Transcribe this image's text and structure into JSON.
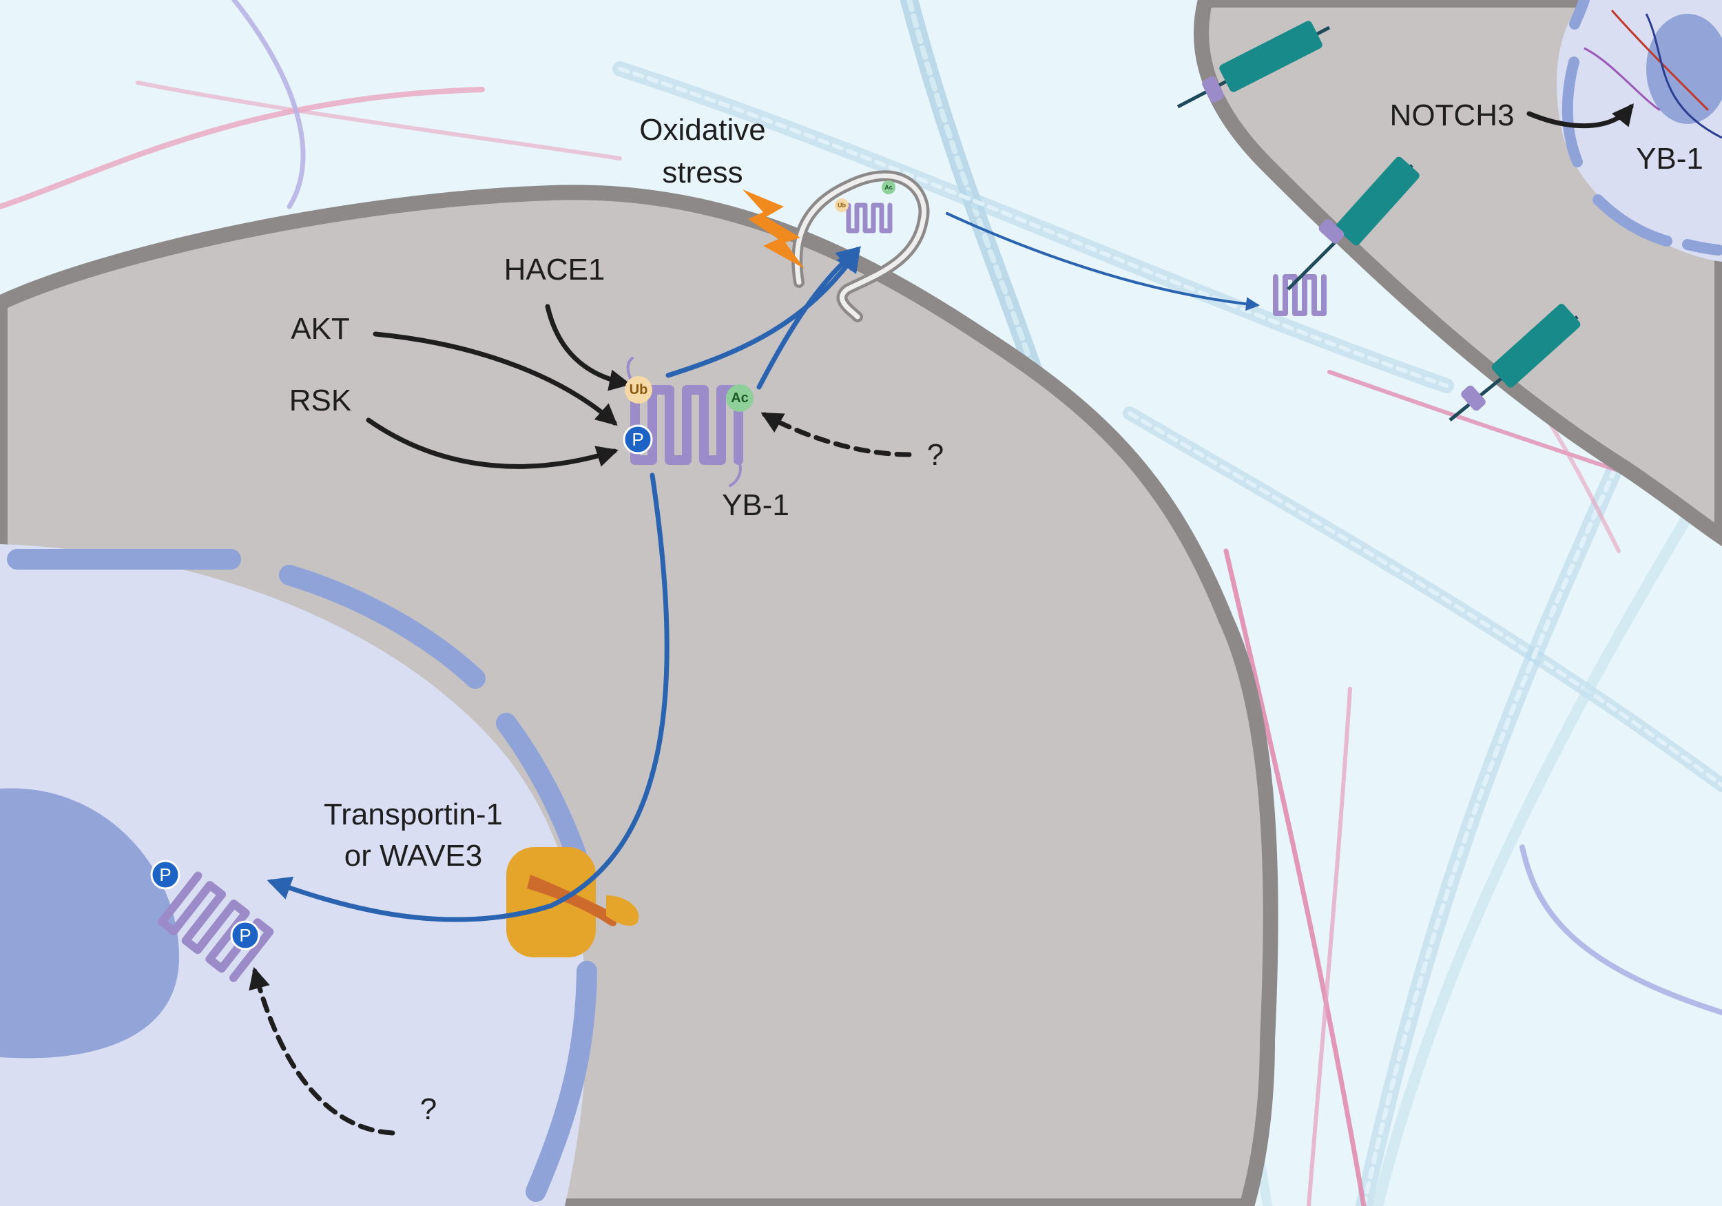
{
  "labels": {
    "oxidative_stress_1": "Oxidative",
    "oxidative_stress_2": "stress",
    "hace1": "HACE1",
    "akt": "AKT",
    "rsk": "RSK",
    "yb1_cyto": "YB-1",
    "question_acetylation": "?",
    "transportin_1": "Transportin-1",
    "transportin_2": "or WAVE3",
    "question_nuclear": "?",
    "notch3": "NOTCH3",
    "yb1_neighbor": "YB-1"
  },
  "badges": {
    "ub": "Ub",
    "ac": "Ac",
    "p": "P"
  },
  "colors": {
    "background": "#e8f6fb",
    "cytoplasm": "#c6c3c2",
    "membrane": "#8c8988",
    "nucleus": "#d9def2",
    "nuclear_envelope": "#8fa3d8",
    "nucleolus": "#93a5d8",
    "yb1_protein": "#9b8cc9",
    "pathway_arrow": "#2a63b0",
    "regulator_arrow": "#1e1e1e",
    "importin": "#e5a52b",
    "lightning": "#f08a1e",
    "notch_receptor": "#198a8a",
    "ub_badge": "#f5d9a6",
    "ac_badge": "#8fcf9a",
    "p_badge": "#1d63c5"
  }
}
